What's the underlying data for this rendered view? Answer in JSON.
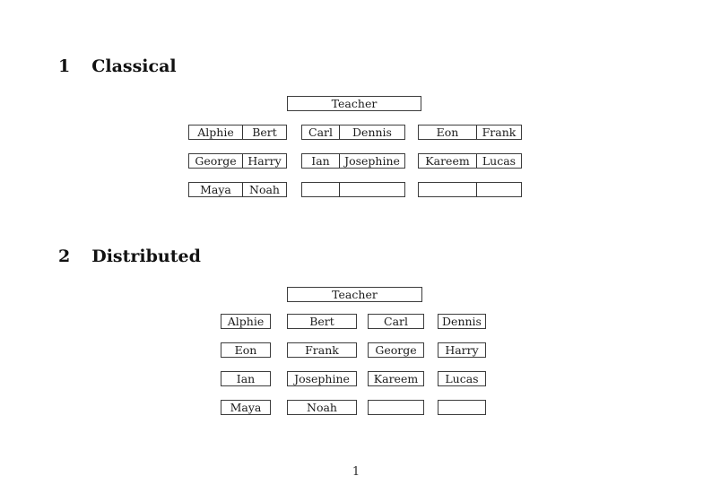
{
  "colors": {
    "background": "#ffffff",
    "text": "#1c1c1c",
    "heading_text": "#111111",
    "box_border": "#3d3d3d"
  },
  "page": {
    "number": "1"
  },
  "classical": {
    "heading_number": "1",
    "heading_title": "Classical",
    "teacher": "Teacher",
    "columns": [
      {
        "desks": [
          [
            "Alphie",
            "Bert"
          ],
          [
            "George",
            "Harry"
          ],
          [
            "Maya",
            "Noah"
          ]
        ]
      },
      {
        "desks": [
          [
            "Carl",
            "Dennis"
          ],
          [
            "Ian",
            "Josephine"
          ],
          [
            "",
            ""
          ]
        ]
      },
      {
        "desks": [
          [
            "Eon",
            "Frank"
          ],
          [
            "Kareem",
            "Lucas"
          ],
          [
            "",
            ""
          ]
        ]
      }
    ]
  },
  "distributed": {
    "heading_number": "2",
    "heading_title": "Distributed",
    "teacher": "Teacher",
    "rows": [
      [
        "Alphie",
        "Bert",
        "Carl",
        "Dennis"
      ],
      [
        "Eon",
        "Frank",
        "George",
        "Harry"
      ],
      [
        "Ian",
        "Josephine",
        "Kareem",
        "Lucas"
      ],
      [
        "Maya",
        "Noah",
        "",
        ""
      ]
    ]
  }
}
